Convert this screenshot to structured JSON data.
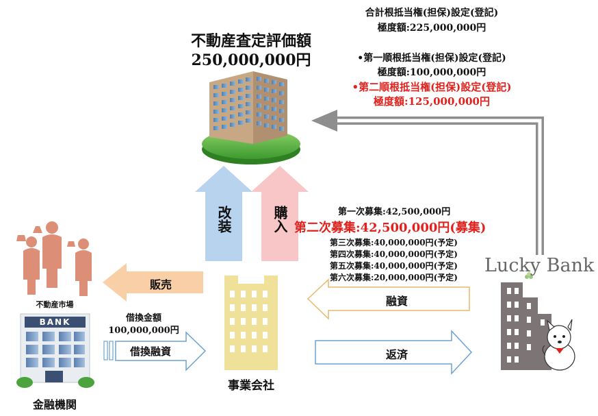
{
  "appraisal": {
    "title": "不動産査定評価額",
    "amount": "250,000,000円"
  },
  "mortgage": {
    "total_title": "合計根抵当権(担保)設定(登記)",
    "total_limit": "極度額:225,000,000円",
    "first_title": "•第一順根抵当権(担保)設定(登記)",
    "first_limit": "極度額:100,000,000円",
    "second_title": "•第二順根抵当権(担保)設定(登記)",
    "second_limit": "極度額:125,000,000円"
  },
  "arrows": {
    "renovation": "改装",
    "purchase": "購入",
    "sale": "販売",
    "financing": "融資",
    "repayment": "返済",
    "refinance_loan": "借換融資"
  },
  "refinance": {
    "label": "借換金額",
    "amount": "100,000,000円"
  },
  "recruitment": {
    "first": "第一次募集:42,500,000円",
    "second": "第二次募集:42,500,000円(募集)",
    "third": "第三次募集:40,000,000円(予定)",
    "fourth": "第四次募集:40,000,000円(予定)",
    "fifth": "第五次募集:40,000,000円(予定)",
    "sixth": "第六次募集:20,000,000円(予定)"
  },
  "labels": {
    "market": "不動産市場",
    "bank_sign": "BANK",
    "financial_institution": "金融機関",
    "business_company": "事業会社",
    "lucky_bank": "Lucky Bank"
  },
  "colors": {
    "highlight_red": "#e3211c",
    "blue_arrow": "#b7d3ee",
    "pink_arrow": "#f8c6c6",
    "orange_arrow": "#f9cfa8",
    "building_yellow": "#efe09a",
    "people": "#dd8e76",
    "lucky_building": "#7d7575",
    "grey_arrow": "#9a9a9a"
  }
}
